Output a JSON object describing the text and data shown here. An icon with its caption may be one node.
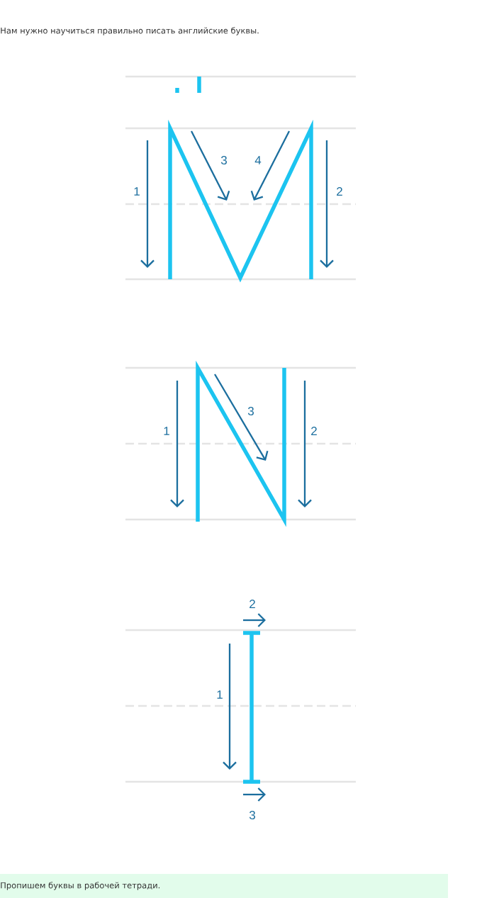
{
  "diagram": {
    "labels": [
      "Нам нужно научиться правильно писать английские буквы.",
      "3",
      "4",
      "1",
      "2",
      "3",
      "1",
      "2",
      "2",
      "1",
      "3",
      "Пропишем буквы в рабочей тетради."
    ]
  }
}
